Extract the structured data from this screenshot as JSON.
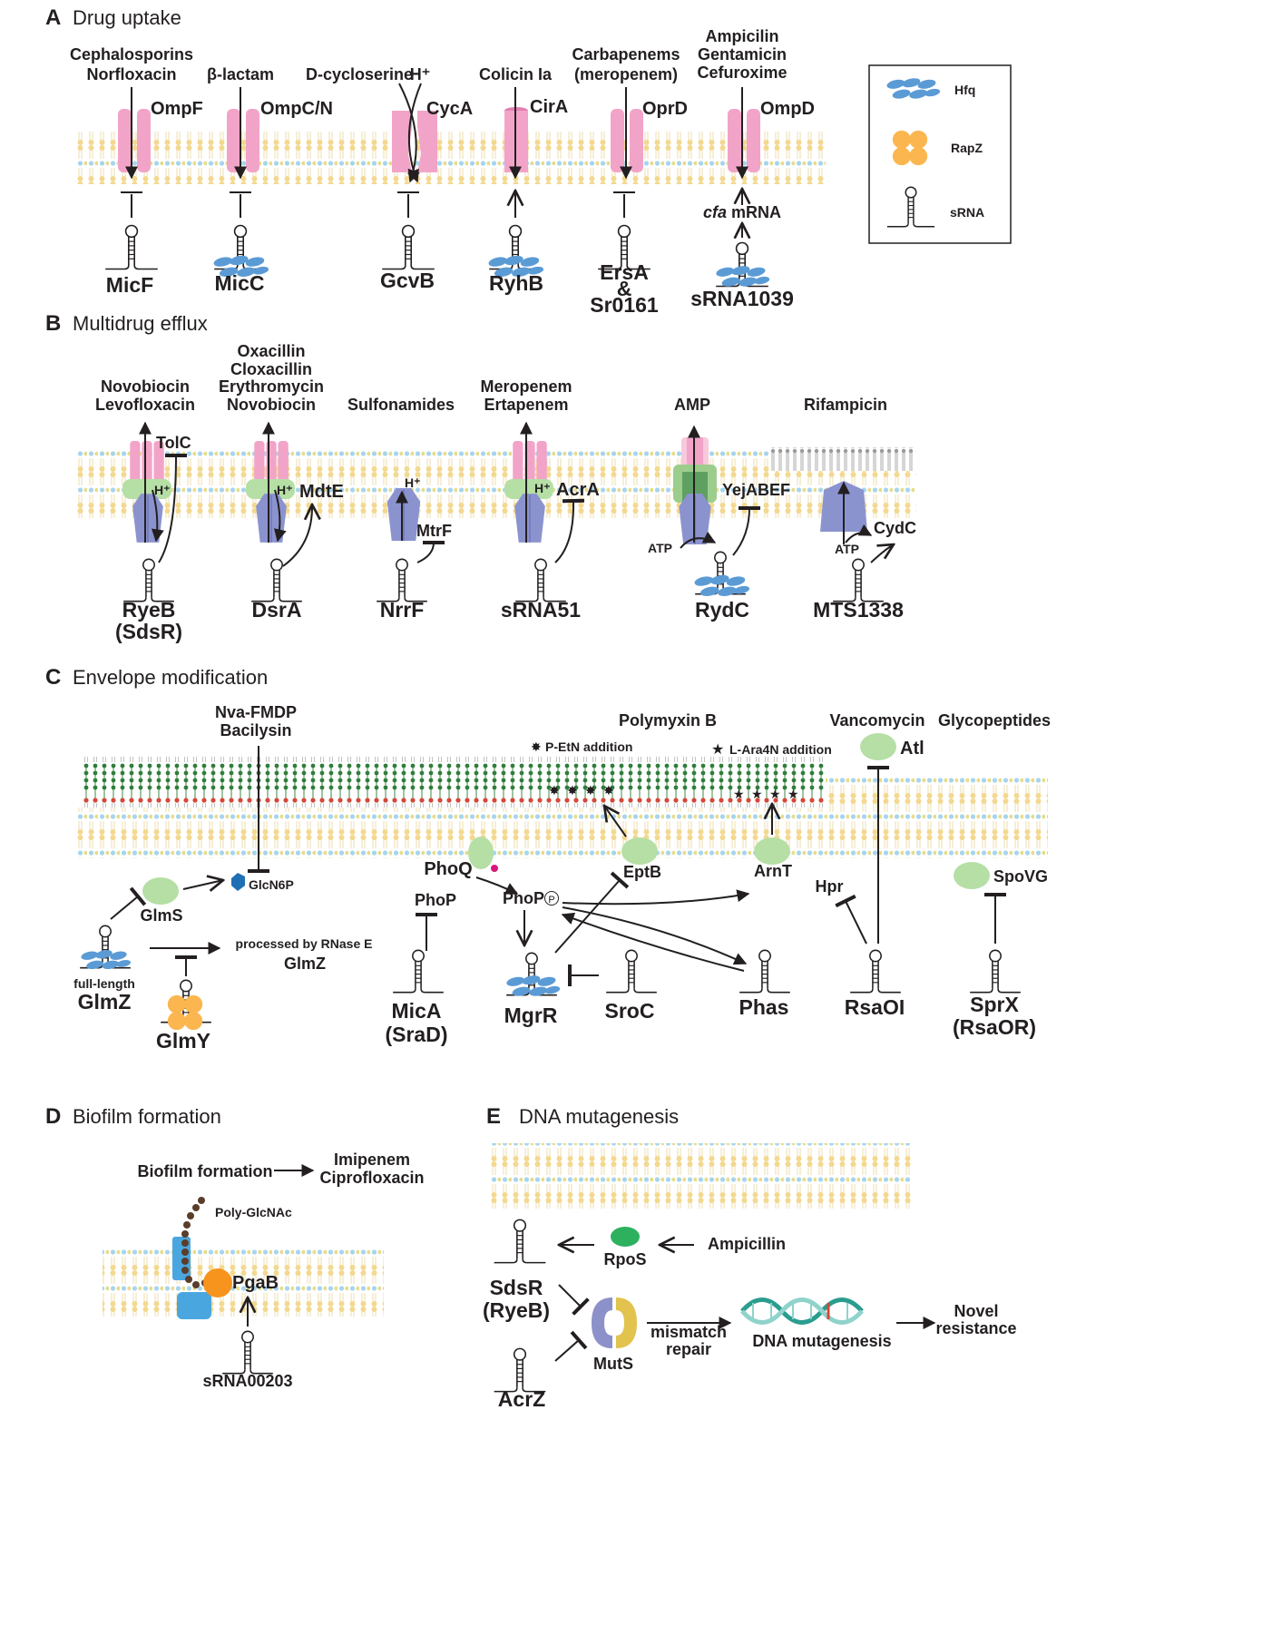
{
  "panels": {
    "a": {
      "letter": "A",
      "title": "Drug uptake"
    },
    "b": {
      "letter": "B",
      "title": "Multidrug efflux"
    },
    "c": {
      "letter": "C",
      "title": "Envelope modification"
    },
    "d": {
      "letter": "D",
      "title": "Biofilm formation"
    },
    "e": {
      "letter": "E",
      "title": "DNA mutagenesis"
    }
  },
  "legend": {
    "hfq": "Hfq",
    "rapz": "RapZ",
    "srna": "sRNA"
  },
  "a": {
    "ompf_drugs": [
      "Cephalosporins",
      "Norfloxacin"
    ],
    "ompcn_drugs": [
      "β-lactam"
    ],
    "cyca_drugs": [
      "D-cycloserine",
      "H⁺"
    ],
    "cira_drugs": [
      "Colicin Ia"
    ],
    "oprd_drugs": [
      "Carbapenems",
      "(meropenem)"
    ],
    "ompd_drugs": [
      "Ampicilin",
      "Gentamicin",
      "Cefuroxime"
    ],
    "porins": [
      "OmpF",
      "OmpC/N",
      "CycA",
      "CirA",
      "OprD",
      "OmpD"
    ],
    "srnas": [
      "MicF",
      "MicC",
      "GcvB",
      "RyhB",
      "ErsA",
      "&",
      "Sr0161",
      "sRNA1039"
    ],
    "cfa_italic": "cfa",
    "cfa_rest": " mRNA"
  },
  "b": {
    "tolc_drugs": [
      "Novobiocin",
      "Levofloxacin"
    ],
    "mdte_drugs": [
      "Oxacillin",
      "Cloxacillin",
      "Erythromycin",
      "Novobiocin"
    ],
    "mtrf_drugs": [
      "Sulfonamides"
    ],
    "acra_drugs": [
      "Meropenem",
      "Ertapenem"
    ],
    "yej_drugs": [
      "AMP"
    ],
    "cydc_drugs": [
      "Rifampicin"
    ],
    "proteins": [
      "TolC",
      "MdtE",
      "MtrF",
      "AcrA",
      "YejABEF",
      "CydC"
    ],
    "proton": "H⁺",
    "atp": "ATP",
    "srnas": [
      "RyeB",
      "(SdsR)",
      "DsrA",
      "NrrF",
      "sRNA51",
      "RydC",
      "MTS1338"
    ]
  },
  "c": {
    "nva_drugs": [
      "Nva-FMDP",
      "Bacilysin"
    ],
    "polymyxin": "Polymyxin B",
    "vancomycin": "Vancomycin",
    "glycopeptides": "Glycopeptides",
    "petn": "P-EtN addition",
    "lara": "L-Ara4N addition",
    "glcn6p": "GlcN6P",
    "processed": "processed by RNase E",
    "proteins": [
      "GlmS",
      "PhoQ",
      "PhoP",
      "PhoP-",
      "EptB",
      "ArnT",
      "Hpr",
      "Atl",
      "SpoVG"
    ],
    "phosphate": "P",
    "full_length": "full-length",
    "srnas": [
      "GlmZ",
      "GlmZ",
      "GlmY",
      "MicA",
      "(SraD)",
      "MgrR",
      "SroC",
      "Phas",
      "RsaOI",
      "SprX",
      "(RsaOR)"
    ]
  },
  "d": {
    "biofilm": "Biofilm formation",
    "drugs": [
      "Imipenem",
      "Ciprofloxacin"
    ],
    "polyglcnac": "Poly-GlcNAc",
    "pgab": "PgaB",
    "srna": "sRNA00203"
  },
  "e": {
    "rpos": "RpoS",
    "ampicillin": "Ampicillin",
    "srnas": [
      "SdsR",
      "(RyeB)",
      "AcrZ"
    ],
    "muts": "MutS",
    "mismatch": [
      "mismatch",
      "repair"
    ],
    "mutagenesis": "DNA mutagenesis",
    "novel": [
      "Novel",
      "resistance"
    ]
  },
  "colors": {
    "lipid_head_yellow": "#f3d88f",
    "lipid_head_blue": "#a6d5ec",
    "porin_pink": "#f2a4c8",
    "hfq_blue": "#5b9bd5",
    "rapz_orange": "#fbb64f",
    "efflux_green": "#b5dfa5",
    "efflux_purple": "#8b93cf",
    "lps_green": "#2f7d3b",
    "lps_red": "#d4483a",
    "modification_pink": "#d6197a",
    "pgab_orange": "#f7941d",
    "pga_blue": "#4aa6df",
    "rpos_green": "#2eb15f",
    "muts_blue": "#8c91c9",
    "muts_yellow": "#e2c34e"
  }
}
